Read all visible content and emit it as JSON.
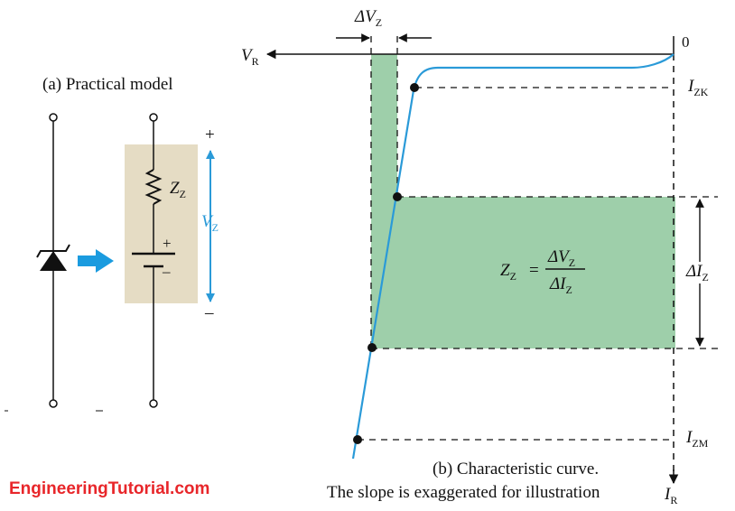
{
  "left_panel": {
    "title": "(a) Practical model",
    "zz_label": {
      "main": "Z",
      "sub": "Z"
    },
    "vz_label": {
      "main": "V",
      "sub": "Z"
    },
    "plus_top": "+",
    "minus_bottom": "–",
    "battery_plus": "+",
    "battery_minus": "–"
  },
  "right_panel": {
    "delta_vz": {
      "main": "ΔV",
      "sub": "Z"
    },
    "vr_label": {
      "main": "V",
      "sub": "R"
    },
    "zero": "0",
    "izk_label": {
      "main": "I",
      "sub": "ZK"
    },
    "izm_label": {
      "main": "I",
      "sub": "ZM"
    },
    "delta_iz": {
      "main": "ΔI",
      "sub": "Z"
    },
    "ir_label": {
      "main": "I",
      "sub": "R"
    },
    "formula": {
      "lhs_main": "Z",
      "lhs_sub": "Z",
      "equals": "=",
      "num_main": "ΔV",
      "num_sub": "Z",
      "den_main": "ΔI",
      "den_sub": "Z"
    },
    "caption_line1": "(b) Characteristic curve.",
    "caption_line2": "The slope is exaggerated for illustration"
  },
  "watermark": "EngineeringTutorial.com",
  "colors": {
    "shade_green": "#9ecfaa",
    "model_box": "#e5dcc4",
    "curve_blue": "#2a9ad8",
    "arrow_blue": "#1a9bdf",
    "watermark_red": "#e8262a",
    "ink": "#111111"
  },
  "icons": [
    "zener-diode-icon",
    "resistor-icon",
    "battery-icon",
    "right-arrow-icon"
  ]
}
